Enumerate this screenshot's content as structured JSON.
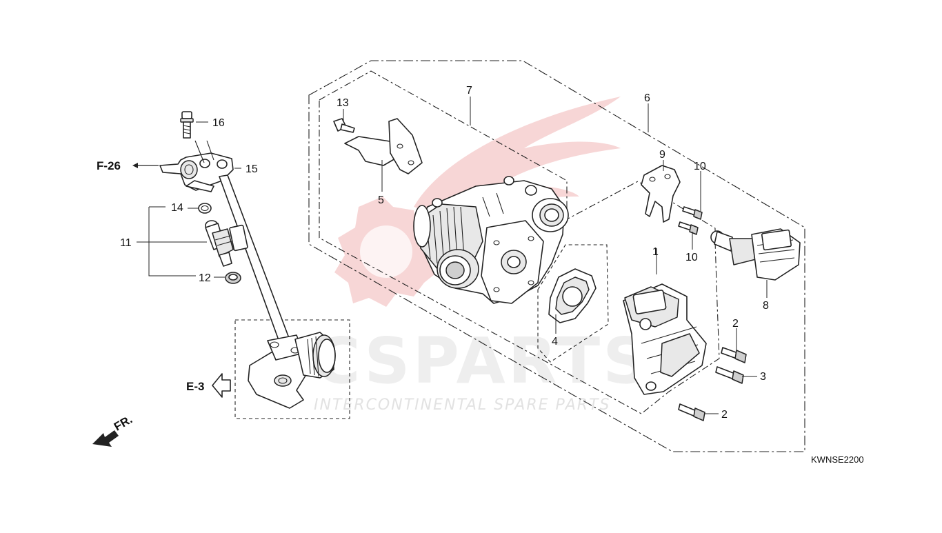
{
  "diagram": {
    "code": "KWNSE2200",
    "references": {
      "fuel": "F-26",
      "engine": "E-3",
      "front": "FR."
    },
    "callouts": [
      "1",
      "2",
      "2",
      "3",
      "4",
      "5",
      "6",
      "7",
      "8",
      "9",
      "10",
      "10",
      "11",
      "12",
      "13",
      "14",
      "15",
      "16"
    ],
    "watermark": {
      "brand": "CSPARTS",
      "tagline": "INTERCONTINENTAL SPARE PARTS"
    }
  }
}
